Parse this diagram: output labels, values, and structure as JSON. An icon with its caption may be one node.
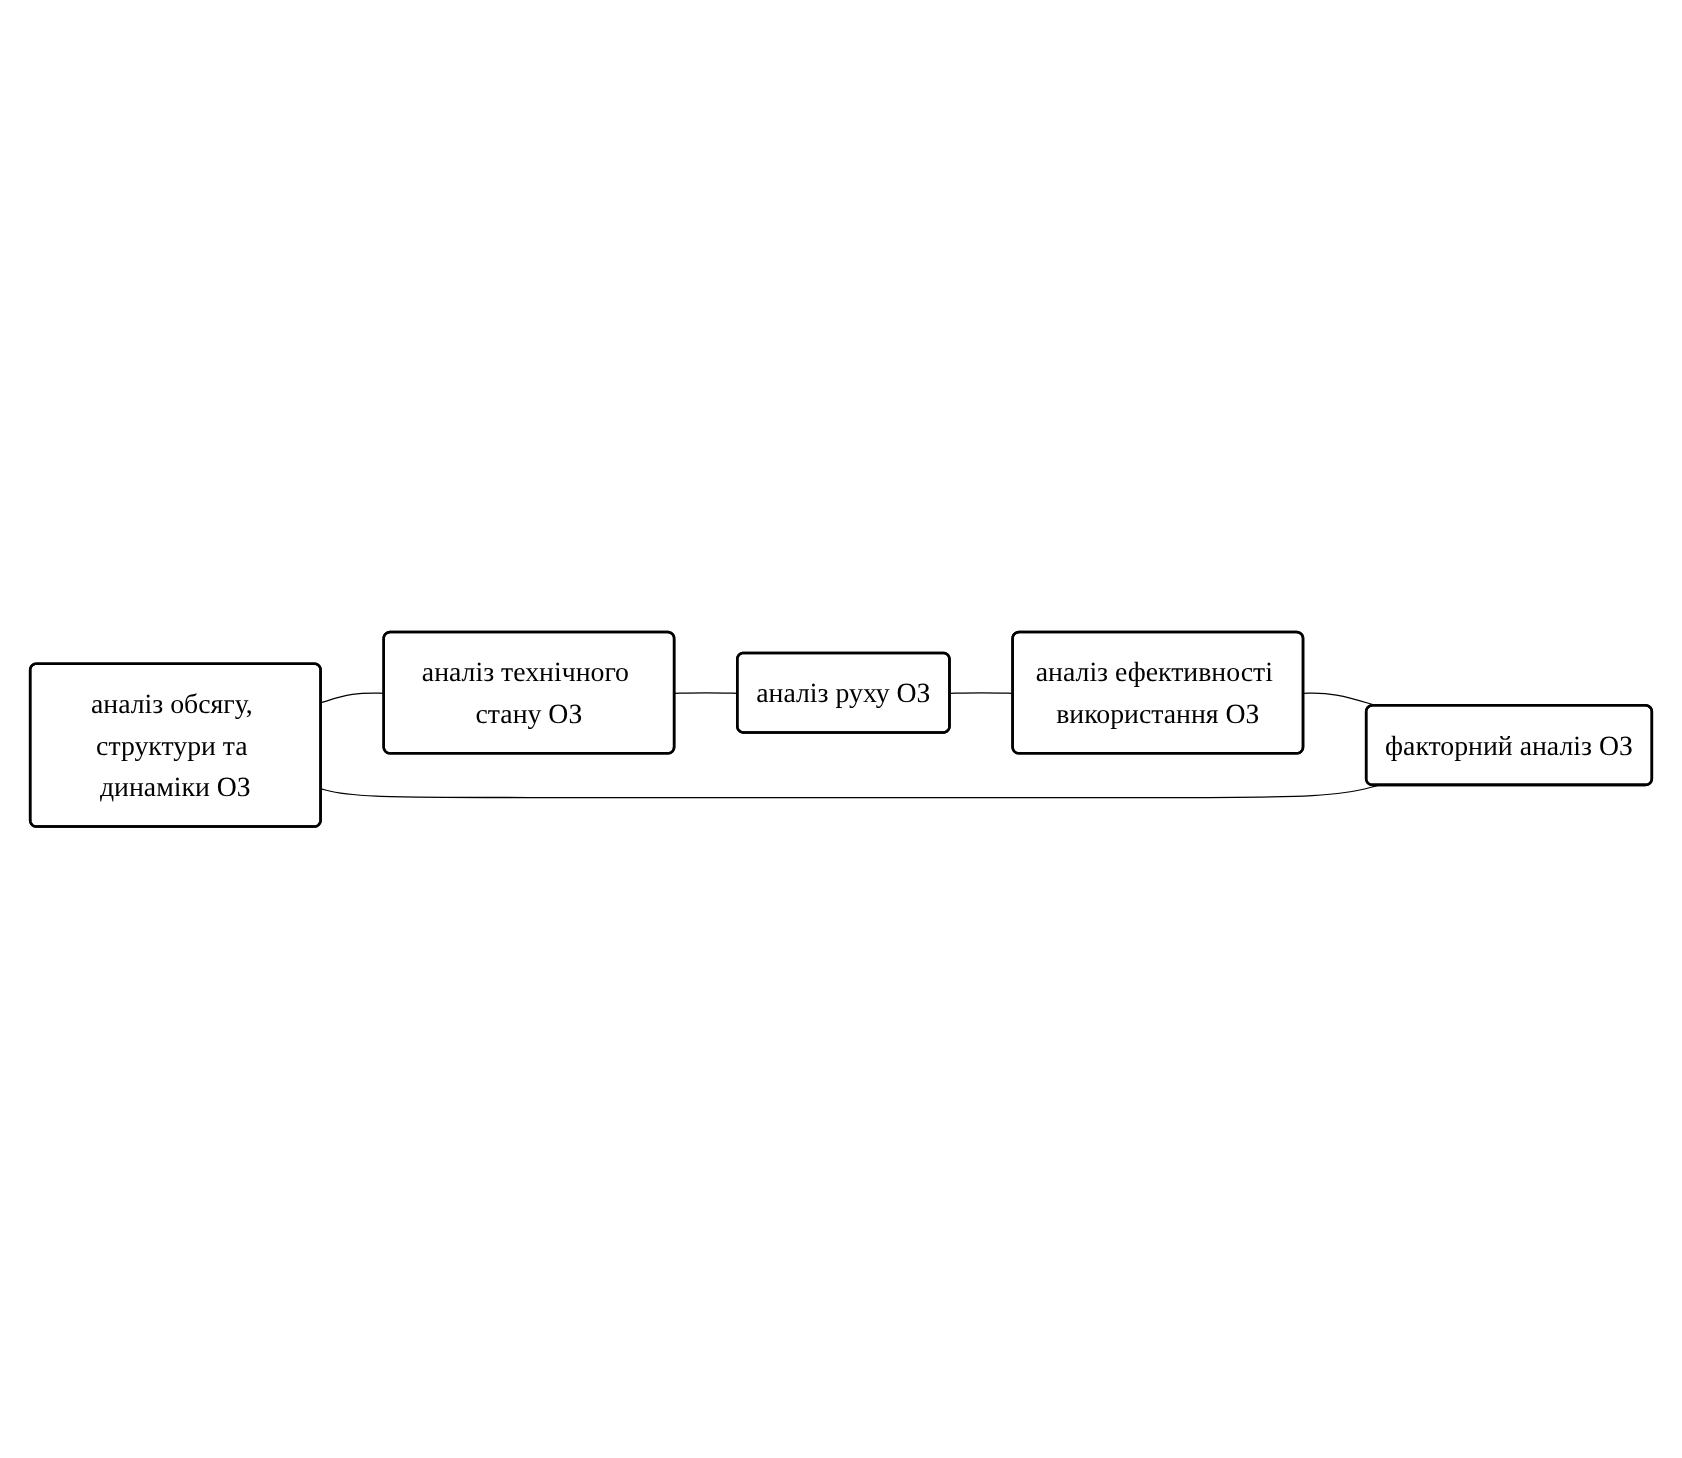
{
  "diagram": {
    "nodes": [
      {
        "text": [
          "аналіз обсягу, структури та динаміки ОЗ"
        ]
      },
      {
        "text": [
          "аналіз технічного стану ОЗ"
        ]
      },
      {
        "text": [
          "аналіз руху ОЗ"
        ]
      },
      {
        "text": [
          "аналіз ефективності використання ОЗ"
        ]
      },
      {
        "text": [
          "факторний аналіз ОЗ"
        ]
      }
    ],
    "edges": [
      {
        "from": 0,
        "to": 1,
        "arrow": "none"
      },
      {
        "from": 1,
        "to": 2,
        "arrow": "none"
      },
      {
        "from": 2,
        "to": 3,
        "arrow": "none"
      },
      {
        "from": 3,
        "to": 4,
        "arrow": "none"
      },
      {
        "from": 4,
        "to": 0,
        "arrow": "none"
      }
    ]
  }
}
